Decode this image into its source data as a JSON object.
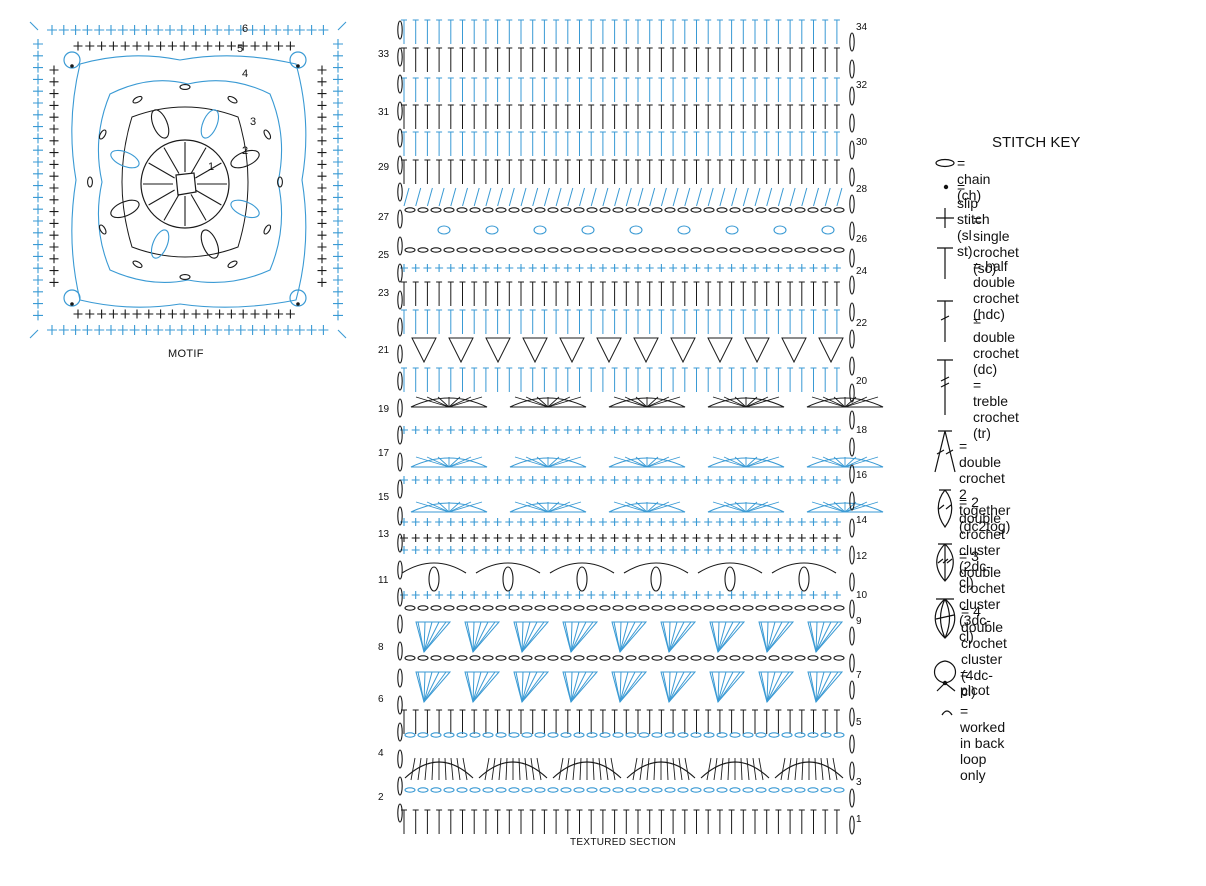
{
  "motif": {
    "caption": "MOTIF",
    "round_labels": [
      "1",
      "2",
      "3",
      "4",
      "5",
      "6"
    ]
  },
  "textured_section": {
    "caption": "TEXTURED SECTION",
    "rows_left": [
      "33",
      "31",
      "29",
      "27",
      "25",
      "23",
      "21",
      "19",
      "17",
      "15",
      "13",
      "11",
      "8",
      "6",
      "4",
      "2"
    ],
    "rows_right": [
      "34",
      "32",
      "30",
      "28",
      "26",
      "24",
      "22",
      "20",
      "18",
      "16",
      "14",
      "12",
      "10",
      "9",
      "7",
      "5",
      "3",
      "1"
    ]
  },
  "stitch_key": {
    "title": "STITCH KEY",
    "items": [
      {
        "icon": "chain-icon",
        "label": "= chain (ch)"
      },
      {
        "icon": "slip-stitch-icon",
        "label": "= slip stitch (sl st)"
      },
      {
        "icon": "single-crochet-icon",
        "label": "= single crochet (sc)"
      },
      {
        "icon": "half-double-crochet-icon",
        "label": "= half double crochet (hdc)"
      },
      {
        "icon": "double-crochet-icon",
        "label": "= double crochet (dc)"
      },
      {
        "icon": "treble-crochet-icon",
        "label": "= treble crochet (tr)"
      },
      {
        "icon": "dc2tog-icon",
        "label": "= double crochet\n2 together (dc2tog)"
      },
      {
        "icon": "2dc-cluster-icon",
        "label": "= 2 double crochet\ncluster (2dc-cl)"
      },
      {
        "icon": "3dc-cluster-icon",
        "label": "= 3 double crochet\ncluster (3dc-cl)"
      },
      {
        "icon": "4dc-cluster-icon",
        "label": "= 4 double crochet\ncluster (4dc-cl)"
      },
      {
        "icon": "picot-icon",
        "label": "= picot"
      },
      {
        "icon": "back-loop-icon",
        "label": "= worked in back loop only"
      }
    ]
  },
  "colors": {
    "blue": "#3a9ad4",
    "dark": "#1a1a1a"
  }
}
